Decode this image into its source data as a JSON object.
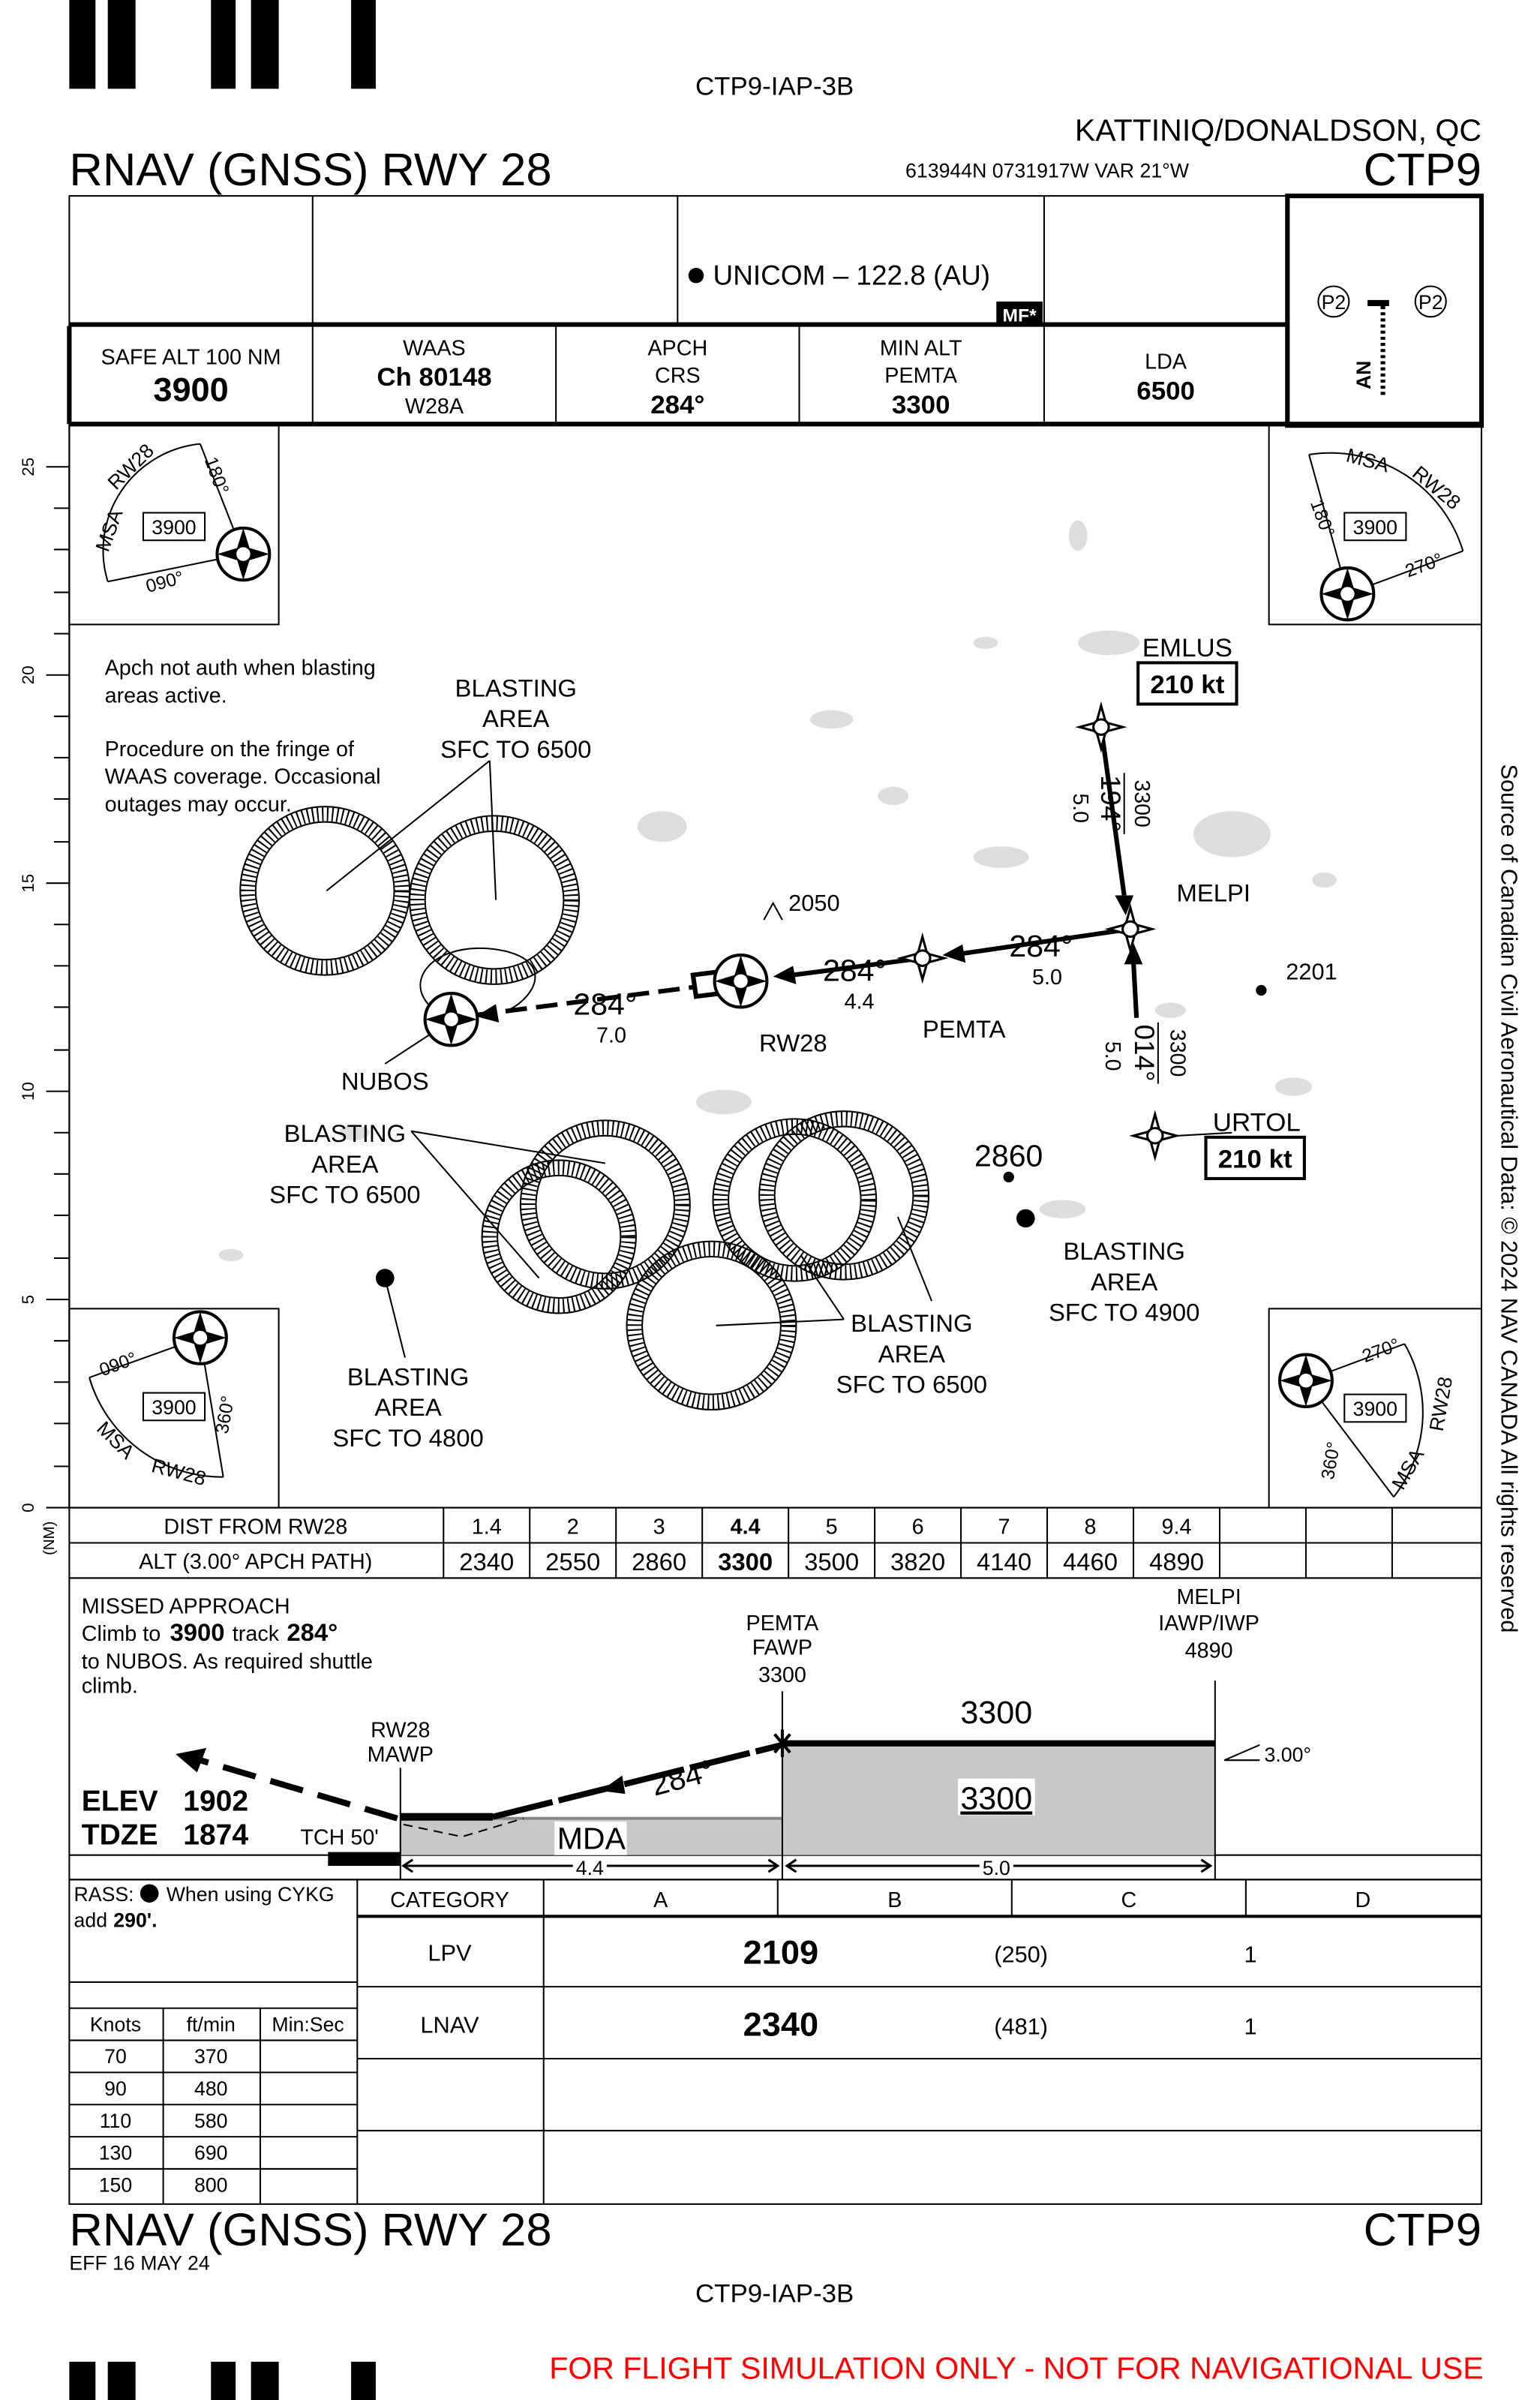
{
  "header": {
    "chart_id": "CTP9-IAP-3B",
    "location": "KATTINIQ/DONALDSON, QC",
    "title": "RNAV (GNSS) RWY 28",
    "coords": "613944N  0731917W  VAR 21°W",
    "airport_id": "CTP9"
  },
  "comms": {
    "unicom": "UNICOM – 122.8 (AU)",
    "mf_badge": "MF*"
  },
  "briefing": {
    "safe_alt_label": "SAFE ALT 100 NM",
    "safe_alt": "3900",
    "waas_label": "WAAS",
    "waas_ch": "Ch 80148",
    "waas_id": "W28A",
    "apch_label1": "APCH",
    "apch_label2": "CRS",
    "apch_crs": "284°",
    "min_alt_label1": "MIN ALT",
    "min_alt_label2": "PEMTA",
    "min_alt": "3300",
    "lda_label": "LDA",
    "lda": "6500",
    "lighting_p2": "P2",
    "lighting_an": "AN"
  },
  "msa": {
    "label": "MSA",
    "ref": "RW28",
    "alt": "3900",
    "b090": "090°",
    "b180": "180°",
    "b270": "270°",
    "b360": "360°"
  },
  "scale": {
    "ticks": [
      "25",
      "20",
      "15",
      "10",
      "5",
      "0"
    ],
    "unit": "(NM)"
  },
  "plan": {
    "note1": "Apch not auth when blasting areas active.",
    "note2": "Procedure on the fringe of WAAS coverage. Occasional outages may occur.",
    "blast1": [
      "BLASTING",
      "AREA",
      "SFC TO 6500"
    ],
    "blast2": [
      "BLASTING",
      "AREA",
      "SFC TO 6500"
    ],
    "blast3": [
      "BLASTING",
      "AREA",
      "SFC TO 6500"
    ],
    "blast4": [
      "BLASTING",
      "AREA",
      "SFC TO 4900"
    ],
    "blast5": [
      "BLASTING",
      "AREA",
      "SFC TO 4800"
    ],
    "wp": {
      "emlus": "EMLUS",
      "emlus_spd": "210 kt",
      "melpi": "MELPI",
      "pemta": "PEMTA",
      "rw28": "RW28",
      "nubos": "NUBOS",
      "urtol": "URTOL",
      "urtol_spd": "210 kt"
    },
    "legs": {
      "emlus_alt": "3300",
      "emlus_crs": "194°",
      "emlus_dist": "5.0",
      "urtol_alt": "3300",
      "urtol_crs": "014°",
      "urtol_dist": "5.0",
      "melpi_crs": "284°",
      "melpi_dist": "5.0",
      "pemta_crs": "284°",
      "pemta_dist": "4.4",
      "ma_crs": "284°",
      "ma_dist": "7.0"
    },
    "spot": {
      "s2050": "2050",
      "s2201": "2201",
      "s2860": "2860"
    }
  },
  "side_note": "Source of Canadian Civil Aeronautical Data: © 2024 NAV CANADA All rights reserved",
  "dist_table": {
    "row1_label": "DIST FROM RW28",
    "row2_label": "ALT (3.00° APCH PATH)",
    "dist": [
      "1.4",
      "2",
      "3",
      "4.4",
      "5",
      "6",
      "7",
      "8",
      "9.4",
      "",
      "",
      ""
    ],
    "alt": [
      "2340",
      "2550",
      "2860",
      "3300",
      "3500",
      "3820",
      "4140",
      "4460",
      "4890",
      "",
      "",
      ""
    ]
  },
  "profile": {
    "ma_title": "MISSED APPROACH",
    "ma_l1a": "Climb to",
    "ma_l1b": "3900",
    "ma_l1c": "track",
    "ma_l1d": "284°",
    "ma_l2": "to NUBOS. As required shuttle",
    "ma_l3": "climb.",
    "pemta": [
      "PEMTA",
      "FAWP",
      "3300"
    ],
    "melpi": [
      "MELPI",
      "IAWP/IWP",
      "4890"
    ],
    "rw28": [
      "RW28",
      "MAWP"
    ],
    "alt_top": "3300",
    "alt_box": "3300",
    "mda": "MDA",
    "crs": "284°",
    "gp": "3.00°",
    "elev_label": "ELEV",
    "elev": "1902",
    "tdze_label": "TDZE",
    "tdze": "1874",
    "tch": "TCH 50'",
    "d1": "4.4",
    "d2": "5.0"
  },
  "minima": {
    "rass_a": "RASS:",
    "rass_b": "When using CYKG",
    "rass_c": "add",
    "rass_d": "290'.",
    "headers": [
      "CATEGORY",
      "A",
      "B",
      "C",
      "D"
    ],
    "rows": [
      {
        "name": "LPV",
        "da": "2109",
        "hat": "(250)",
        "vis": "1"
      },
      {
        "name": "LNAV",
        "da": "2340",
        "hat": "(481)",
        "vis": "1"
      }
    ]
  },
  "rates": {
    "headers": [
      "Knots",
      "ft/min",
      "Min:Sec"
    ],
    "rows": [
      [
        "70",
        "370",
        ""
      ],
      [
        "90",
        "480",
        ""
      ],
      [
        "110",
        "580",
        ""
      ],
      [
        "130",
        "690",
        ""
      ],
      [
        "150",
        "800",
        ""
      ]
    ]
  },
  "footer": {
    "title": "RNAV (GNSS) RWY 28",
    "eff": "EFF 16 MAY 24",
    "airport_id": "CTP9",
    "chart_id": "CTP9-IAP-3B",
    "disclaimer": "FOR FLIGHT SIMULATION ONLY - NOT FOR NAVIGATIONAL USE"
  },
  "colors": {
    "disclaimer": "#ff0000",
    "terrain": "#c8c8c8"
  }
}
